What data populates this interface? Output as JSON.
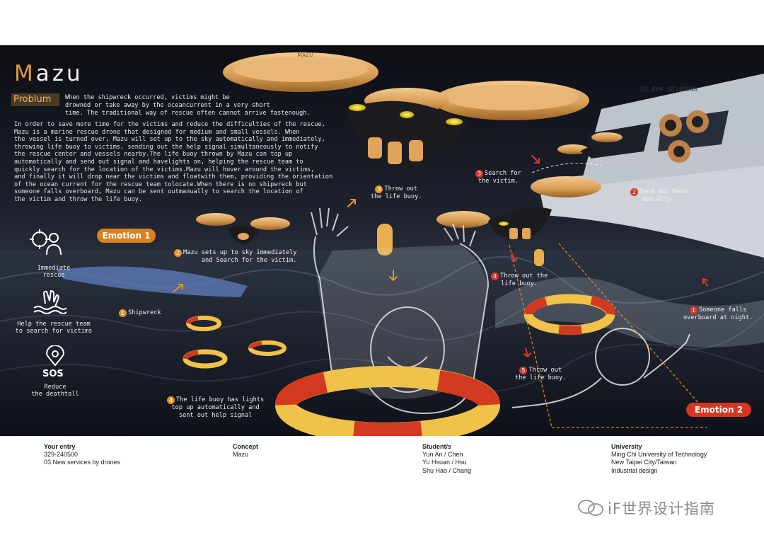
{
  "title": {
    "first_letter": "M",
    "rest": "azu"
  },
  "problem": {
    "label": "Problum",
    "lines": [
      "When the shipwreck occurred, victims might be",
      "drowned or take away by the oceancurrent in a very short",
      "time. The traditional way of rescue often cannot arrive fastenough."
    ]
  },
  "description_lines": [
    "In order to save more time for the victims and reduce the difficulties of the rescue,",
    "Mazu is a marine rescue drone that designed for medium and small vessels. When",
    "the vessel is turned over, Mazu will set up to the sky automatically and immediately,",
    "throwing life buoy to victims, sending out the help signal simultaneously to notify",
    "the rescue center and vessels nearby.The life buoy thrown by Mazu can top up",
    "automatically and send out signal and havelights on, helping the rescue team to",
    "quickly search for the location of the victims.Mazu will hover around the victims,",
    "and finally it will drop near the victims and floatwith them, providing the orientation",
    "of the ocean current for the rescue team tolocate.When there is no shipwreck but",
    "someone falls overboard, Mazu can be sent outmanually to search the location of",
    "the victim and throw the life buoy."
  ],
  "emotions": {
    "emotion1": "Emotion 1",
    "emotion2": "Emotion 2"
  },
  "drone_brand": "MAZU",
  "ship_number": "33,000 18149948",
  "benefits": [
    {
      "icon": "crosshair-person-icon",
      "lines": [
        "Immediate",
        "rescue"
      ]
    },
    {
      "icon": "drowning-hand-icon",
      "lines": [
        "Help the rescue team",
        "to search for victims"
      ]
    },
    {
      "icon": "location-pin-sos-icon",
      "sos": "SOS",
      "lines": [
        "Reduce",
        "the deathtoll"
      ]
    }
  ],
  "emotion1_steps": [
    {
      "num": "1",
      "lines": [
        "Shipwreck"
      ]
    },
    {
      "num": "2",
      "lines": [
        "Mazu sets up to sky immediately",
        "and Search for the victim."
      ]
    },
    {
      "num": "3",
      "lines": [
        "Throw out",
        "the life buoy."
      ]
    },
    {
      "num": "4",
      "lines": [
        "The life buoy has lights",
        "top up automatically and",
        "sent out help signal"
      ]
    }
  ],
  "emotion2_steps": [
    {
      "num": "1",
      "lines": [
        "Someone falls",
        "overboard at night."
      ]
    },
    {
      "num": "2",
      "lines": [
        "Send out Mazu",
        "manually."
      ]
    },
    {
      "num": "3",
      "lines": [
        "Search for",
        "the victim."
      ]
    },
    {
      "num": "4",
      "lines": [
        "Throw out the",
        "life buoy."
      ]
    },
    {
      "num": "5",
      "lines": [
        "Throw out",
        "the life buoy."
      ]
    }
  ],
  "footer": {
    "entry": {
      "label": "Your entry",
      "lines": [
        "329-240500",
        "03.New services by drones"
      ]
    },
    "concept": {
      "label": "Concept",
      "lines": [
        "Mazu"
      ]
    },
    "students": {
      "label": "Student/s",
      "lines": [
        "Yun An / Chen",
        "Yu Hsuan / Hsu",
        "Shu Hao / Chang"
      ]
    },
    "university": {
      "label": "University",
      "lines": [
        "Ming Chi University of Technology",
        "New Taipei City/Taiwan",
        "Industrial design"
      ]
    }
  },
  "watermark": "iF世界设计指南",
  "colors": {
    "accent_orange": "#e2952d",
    "accent_red": "#d93b2b",
    "buoy_red": "#d23a1f",
    "buoy_yellow": "#f0c24a"
  }
}
